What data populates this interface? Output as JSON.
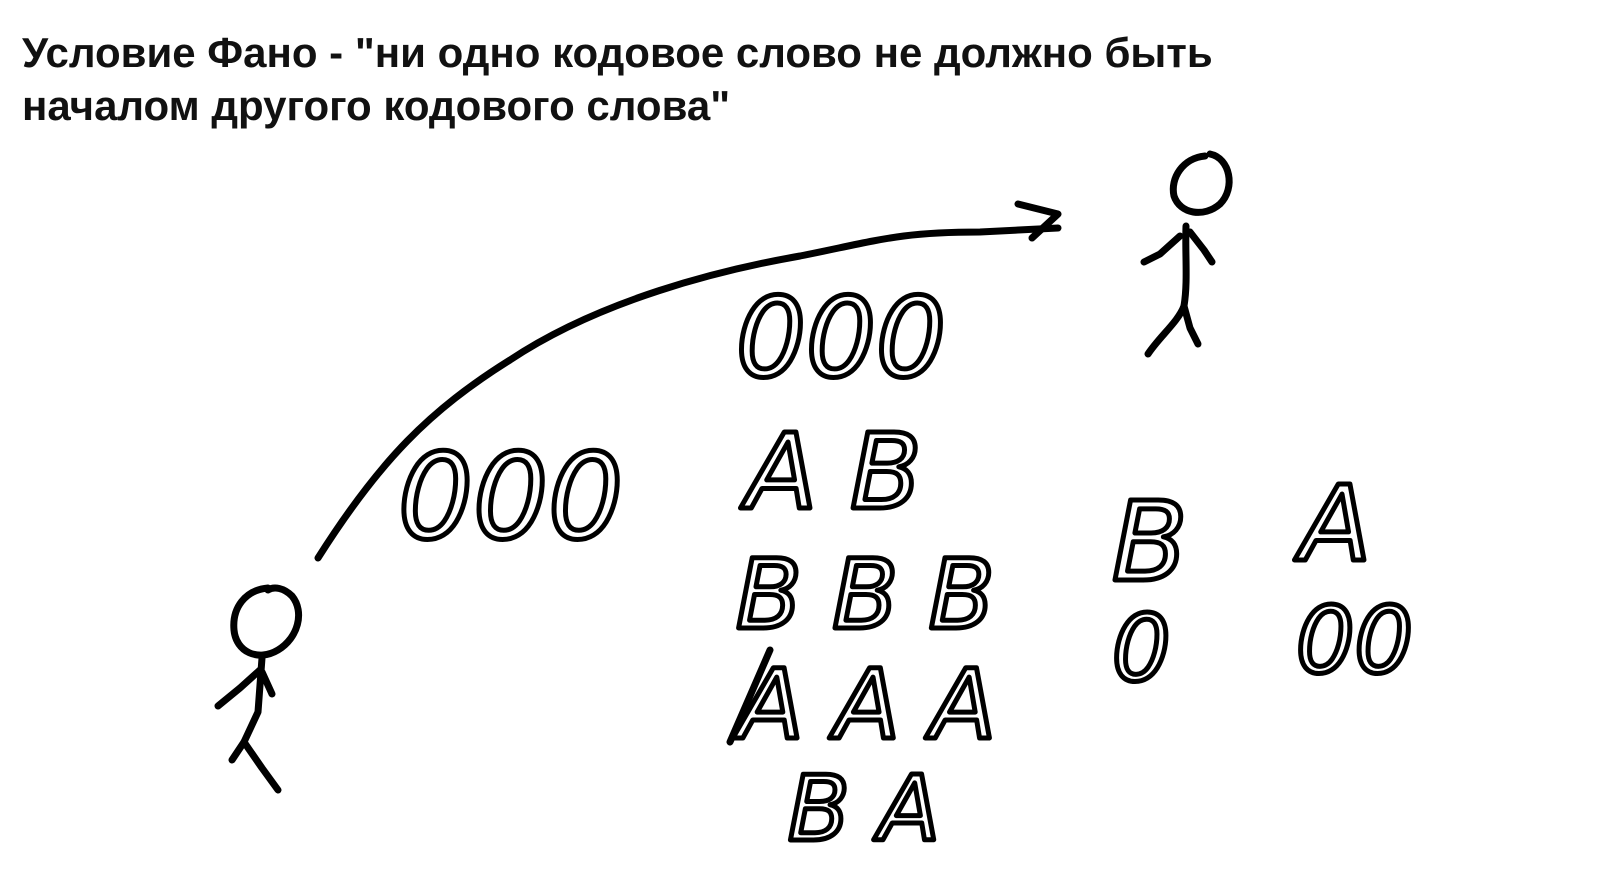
{
  "title": {
    "line1": "Условие Фано - \"ни одно кодовое слово не должно быть",
    "line2": "началом другого кодового слова\""
  },
  "handwriting": {
    "sent_bits": "000",
    "received_bits": "000",
    "decode_ab": "A B",
    "decode_bbb": "B B B",
    "decode_aaa": "A A A",
    "decode_ba": "B A",
    "code_b_letter": "B",
    "code_b_bits": "0",
    "code_a_letter": "A",
    "code_a_bits": "00"
  },
  "colors": {
    "ink": "#000000",
    "background": "#ffffff",
    "title_text": "#111111"
  }
}
